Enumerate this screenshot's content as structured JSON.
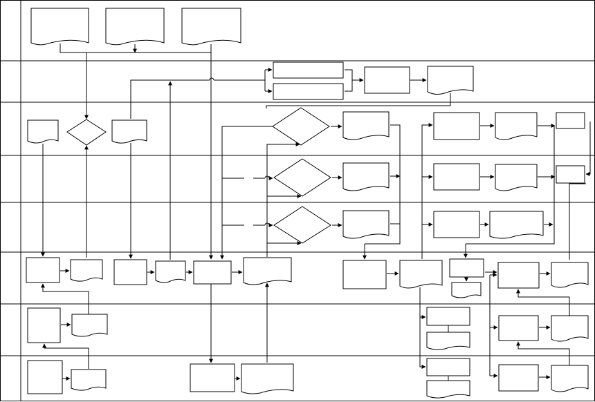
{
  "diagram": {
    "lane_count": 8,
    "line_color": "#000000",
    "background": "#ffffff",
    "node_text": "",
    "node_kinds": [
      "document",
      "process",
      "decision",
      "small-process"
    ]
  }
}
